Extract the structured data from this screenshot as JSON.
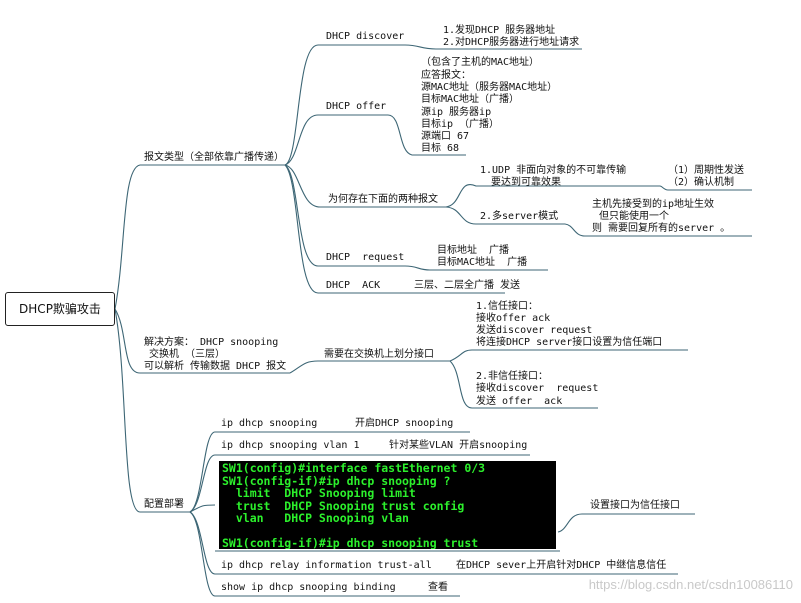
{
  "root": "DHCP欺骗攻击",
  "branches": {
    "packet_types": {
      "label": "报文类型（全部依靠广播传递）",
      "discover": {
        "label": "DHCP discover",
        "notes": [
          "1.发现DHCP 服务器地址",
          "2.对DHCP服务器进行地址请求"
        ]
      },
      "offer": {
        "label": "DHCP offer",
        "notes": [
          "（包含了主机的MAC地址）",
          "应答报文：",
          "源MAC地址（服务器MAC地址）",
          "目标MAC地址（广播）",
          "源ip 服务器ip",
          "目标ip （广播）",
          "源端口 67",
          "目标 68"
        ]
      },
      "why_two": {
        "label": "为何存在下面的两种报文",
        "udp": {
          "label": [
            "1.UDP 非面向对象的不可靠传输",
            "要达到可靠效果"
          ],
          "methods": [
            "（1）周期性发送",
            "（2）确认机制"
          ]
        },
        "multi_server": {
          "label": "2.多server模式",
          "notes": [
            "主机先接受到的ip地址生效",
            "但只能使用一个",
            "则 需要回复所有的server 。"
          ]
        }
      },
      "request": {
        "label": "DHCP  request",
        "notes": [
          "目标地址  广播",
          "目标MAC地址  广播"
        ]
      },
      "ack": {
        "label": "DHCP  ACK",
        "note": "三层、二层全广播 发送"
      }
    },
    "solution": {
      "label": [
        "解决方案： DHCP snooping",
        "交换机 （三层）",
        "可以解析 传输数据 DHCP 报文"
      ],
      "child": {
        "label": "需要在交换机上划分接口",
        "trusted": [
          "1.信任接口：",
          "接收offer ack",
          "发送discover request",
          "将连接DHCP server接口设置为信任端口"
        ],
        "untrusted": [
          "2.非信任接口：",
          "接收discover  request",
          "发送 offer  ack"
        ]
      }
    },
    "config": {
      "label": "配置部署",
      "items": [
        {
          "cmd": "ip dhcp snooping",
          "desc": "开启DHCP snooping"
        },
        {
          "cmd": "ip dhcp snooping vlan 1",
          "desc": "针对某些VLAN 开启snooping"
        }
      ],
      "terminal": [
        "SW1(config)#interface fastEthernet 0/3",
        "SW1(config-if)#ip dhcp snooping ?",
        "  limit  DHCP Snooping limit",
        "  trust  DHCP Snooping trust config",
        "  vlan   DHCP Snooping vlan",
        "",
        "SW1(config-if)#ip dhcp snooping trust"
      ],
      "terminal_note": "设置接口为信任接口",
      "relay": {
        "cmd": "ip dhcp relay information trust-all",
        "desc": "在DHCP sever上开启针对DHCP 中继信息信任"
      },
      "show": {
        "cmd": "show ip dhcp snooping binding",
        "desc": "查看"
      }
    }
  },
  "watermark": "https://blog.csdn.net/csdn10086110",
  "colors": {
    "line": "#3d6675",
    "terminal_bg": "#000000",
    "terminal_text": "#2cf02c"
  }
}
